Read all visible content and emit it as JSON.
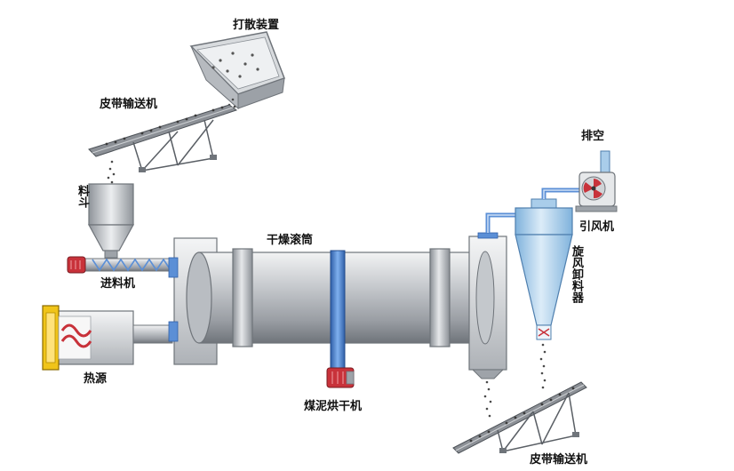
{
  "labels": {
    "scatter_device": "打散装置",
    "belt_conveyor_top": "皮带输送机",
    "hopper": "料斗",
    "feeder": "进料机",
    "heat_source": "热源",
    "drum": "干燥滚筒",
    "dryer": "煤泥烘干机",
    "exhaust": "排空",
    "fan": "引风机",
    "cyclone": "旋风卸料器",
    "belt_conveyor_bottom": "皮带输送机"
  },
  "colors": {
    "steel_light": "#e4e6e8",
    "steel_mid": "#a9adb2",
    "steel_dark": "#6f747a",
    "pipe_blue": "#5b8fd6",
    "cyclone_blue": "#a9cdea",
    "motor_red": "#c8323a",
    "burner_yellow": "#f0c419",
    "material": "#4a4a4a"
  }
}
